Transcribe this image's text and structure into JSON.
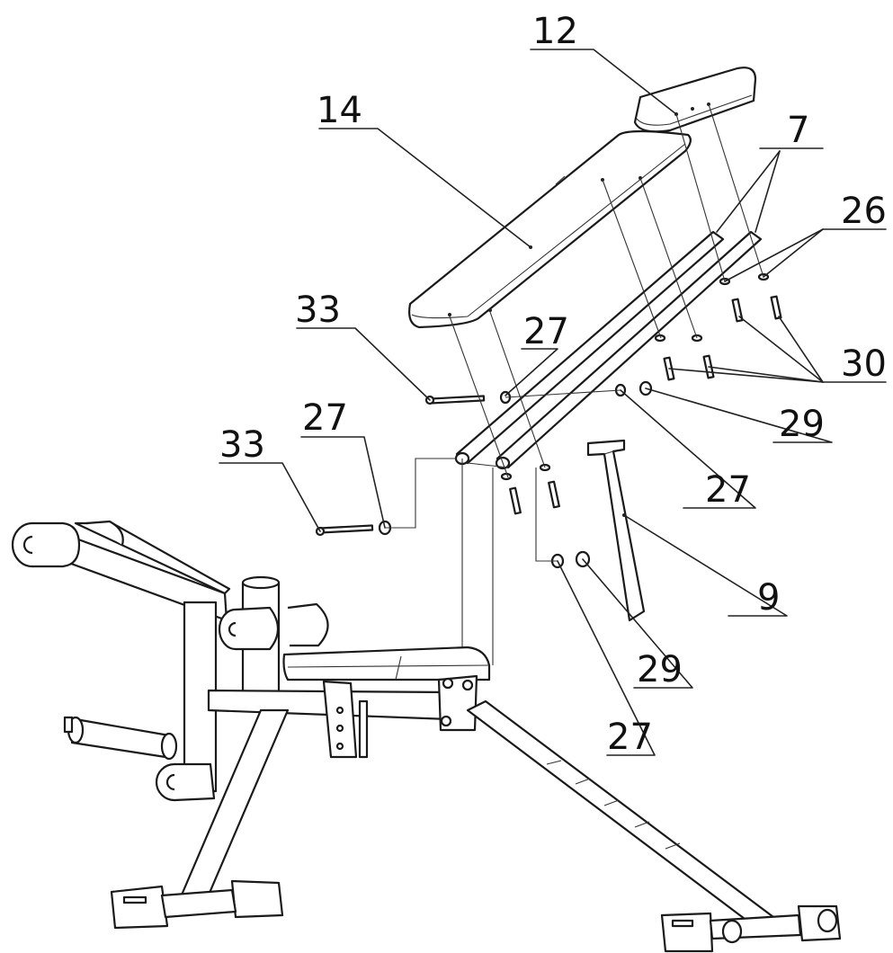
{
  "labels": {
    "l12": "12",
    "l14": "14",
    "l7": "7",
    "l26": "26",
    "l33a": "33",
    "l27a": "27",
    "l30": "30",
    "l27b": "27",
    "l33b": "33",
    "l29a": "29",
    "l27c": "27",
    "l9": "9",
    "l29b": "29",
    "l27d": "27"
  }
}
